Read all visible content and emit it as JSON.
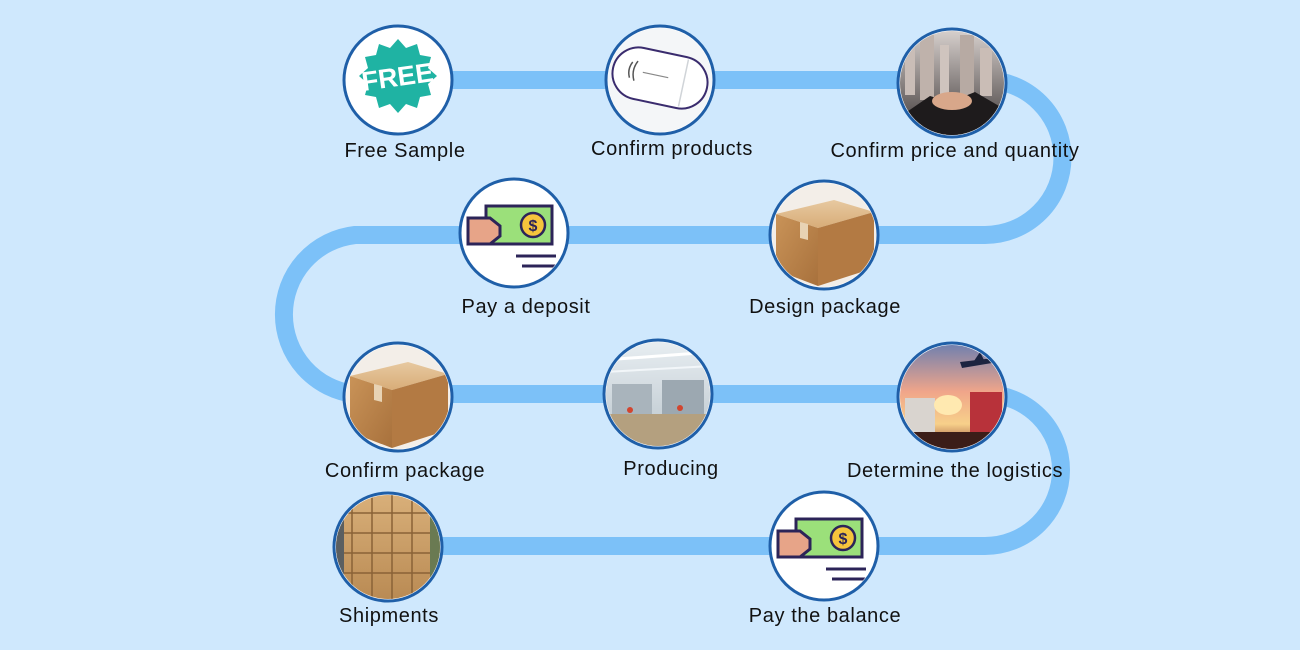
{
  "colors": {
    "background": "#cfe8fd",
    "path": "#7cc1f8",
    "circle_border": "#1f5fa8",
    "badge": "#1fb3a3"
  },
  "steps": [
    {
      "label": "Free Sample",
      "icon": "free-badge-icon"
    },
    {
      "label": "Confirm products",
      "icon": "product-device-image"
    },
    {
      "label": "Confirm price and quantity",
      "icon": "handshake-image"
    },
    {
      "label": "Design package",
      "icon": "cardboard-box-image"
    },
    {
      "label": "Pay a deposit",
      "icon": "cash-hand-icon"
    },
    {
      "label": "Confirm package",
      "icon": "cardboard-box-image"
    },
    {
      "label": "Producing",
      "icon": "factory-image"
    },
    {
      "label": "Determine the logistics",
      "icon": "logistics-image"
    },
    {
      "label": "Pay the balance",
      "icon": "cash-hand-icon"
    },
    {
      "label": "Shipments",
      "icon": "container-cartons-image"
    }
  ],
  "badge_text": "FREE"
}
